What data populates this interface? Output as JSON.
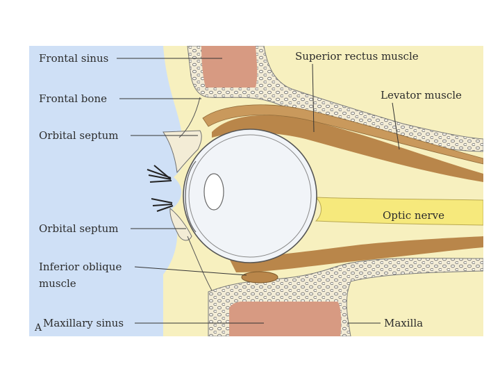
{
  "figure_letter": "A",
  "labels": {
    "frontal_sinus": "Frontal sinus",
    "frontal_bone": "Frontal bone",
    "orbital_septum_upper": "Orbital septum",
    "orbital_septum_lower": "Orbital septum",
    "inferior_oblique_line1": "Inferior oblique",
    "inferior_oblique_line2": "muscle",
    "maxillary_sinus": "Maxillary sinus",
    "superior_rectus": "Superior rectus muscle",
    "levator": "Levator muscle",
    "optic_nerve": "Optic nerve",
    "maxilla": "Maxilla"
  },
  "colors": {
    "skin_background": "#cfe0f6",
    "orbital_fat": "#f7f0bf",
    "bone": "#f3ecd6",
    "sinus": "#d79a82",
    "muscle": "#b9864a",
    "optic_nerve": "#f6e97c",
    "globe": "#f1f4f8"
  }
}
